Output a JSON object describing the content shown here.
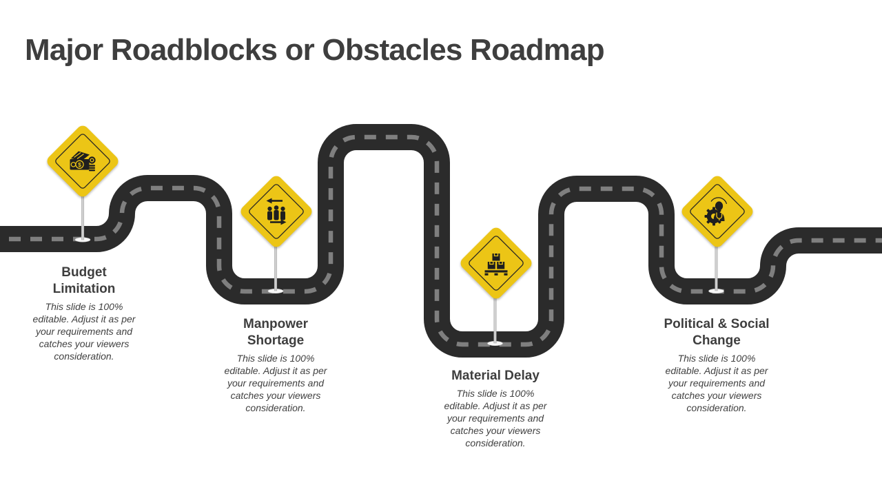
{
  "slide": {
    "title": "Major Roadblocks or Obstacles Roadmap"
  },
  "glyphs": {
    "dollar": "$"
  },
  "colors": {
    "background": "#FFFFFF",
    "road": "#2B2B2B",
    "road_dash": "#7F7F7F",
    "sign_yellow": "#ECC516",
    "icon_dark": "#1F1F1F",
    "pole_gray": "#CFCFCF",
    "title_text": "#3E3E3E",
    "body_text": "#404040"
  },
  "items": [
    {
      "id": "budget-limitation",
      "icon": "money-icon",
      "title": "Budget\nLimitation",
      "body": "This slide is 100%\neditable. Adjust it as per\nyour requirements and\ncatches your viewers\nconsideration."
    },
    {
      "id": "manpower-shortage",
      "icon": "manpower-icon",
      "title": "Manpower\nShortage",
      "body": "This slide is 100%\neditable. Adjust it as per\nyour requirements and\ncatches your viewers\nconsideration."
    },
    {
      "id": "material-delay",
      "icon": "material-boxes-icon",
      "title": "Material Delay",
      "body": "This slide is 100%\neditable. Adjust it as per\nyour requirements and\ncatches your viewers\nconsideration."
    },
    {
      "id": "political-social-change",
      "icon": "political-gear-icon",
      "title": "Political & Social\nChange",
      "body": "This slide is 100%\neditable. Adjust it as per\nyour requirements and\ncatches your viewers\nconsideration."
    }
  ]
}
